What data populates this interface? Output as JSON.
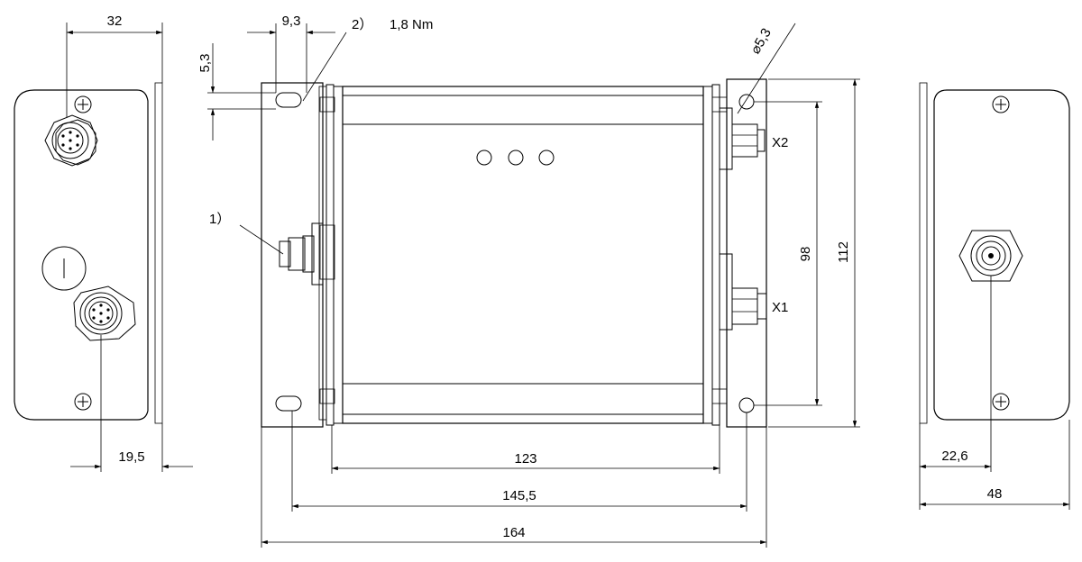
{
  "dimensions": {
    "left_width": "32",
    "left_offset": "19,5",
    "slot_width": "9,3",
    "slot_height": "5,3",
    "hole_dia": "⌀5,3",
    "height_inner": "98",
    "height_total": "112",
    "width_123": "123",
    "width_145": "145,5",
    "width_164": "164",
    "right_offset": "22,6",
    "right_width": "48"
  },
  "notes": {
    "note2": "2）",
    "torque": "1,8 Nm",
    "note1": "1）"
  },
  "connectors": {
    "x2": "X2",
    "x1": "X1"
  }
}
